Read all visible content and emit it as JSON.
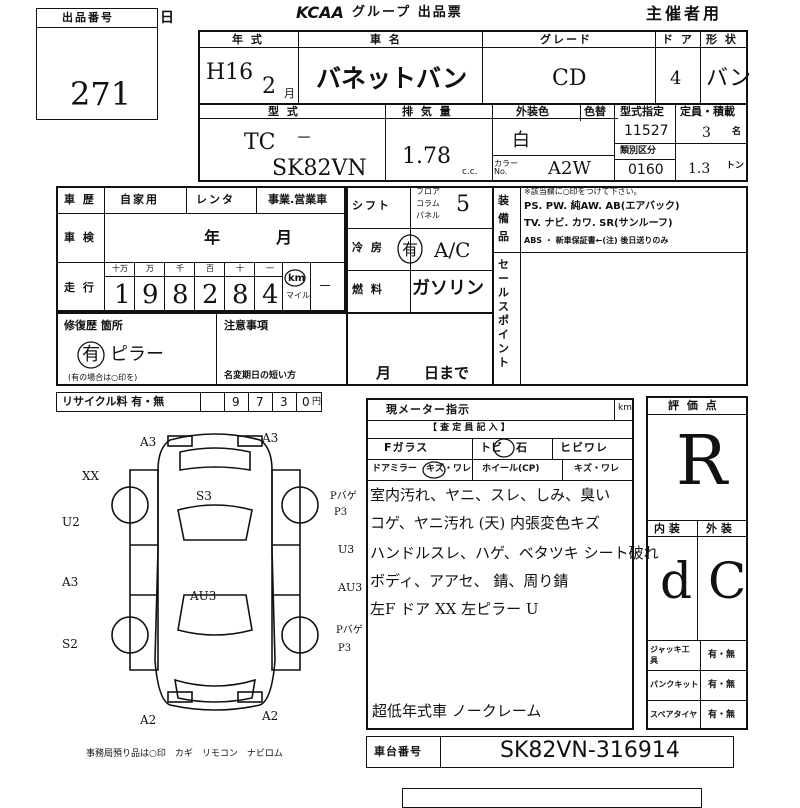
{
  "header": {
    "lot_label": "出品番号",
    "lot_suffix": "日",
    "lot_number": "271",
    "logo_text": "KCAA",
    "group_title": "グループ 出品票",
    "organizer": "主催者用"
  },
  "spec": {
    "year_label": "年 式",
    "model_label": "車 名",
    "grade_label": "グレード",
    "doors_label": "ド ア",
    "shape_label": "形 状",
    "era": "H16",
    "month": "2",
    "month_unit": "月",
    "car_name": "バネットバン",
    "grade": "CD",
    "doors": "4",
    "shape": "バン",
    "type_label": "型 式",
    "engine_label": "排 気 量",
    "ext_color_label": "外装色",
    "color_change_label": "色替",
    "type_cert_label": "型式指定",
    "capacity_label": "定員・積載",
    "type_prefix": "TC",
    "type_dash": "－",
    "type_code": "SK82VN",
    "displacement": "1.78",
    "cc_unit": "c.c.",
    "color": "白",
    "color_no_label": "カラー No.",
    "color_code": "A2W",
    "type_cert": "11527",
    "category_label": "類別区分",
    "category": "0160",
    "capacity": "3",
    "capacity_unit": "名",
    "load": "1.3",
    "load_unit": "トン"
  },
  "history": {
    "label": "車 歴",
    "opt1": "自家用",
    "opt2": "レンタ",
    "opt3": "事業.営業車",
    "inspection_label": "車 検",
    "year_word": "年",
    "month_word": "月",
    "mileage_label": "走 行",
    "digit_headers": [
      "十万",
      "万",
      "千",
      "百",
      "十",
      "一"
    ],
    "digits": [
      "1",
      "9",
      "8",
      "2",
      "8",
      "4"
    ],
    "km_label": "km",
    "mile_label": "マイル",
    "mileage_extra": "－"
  },
  "equipment": {
    "shift_label": "シフト",
    "shift_floor": "フロア",
    "shift_column": "コラム",
    "shift_panel": "パネル",
    "shift_speeds": "5",
    "ac_label": "冷 房",
    "ac_have": "有",
    "ac_value": "A/C",
    "fuel_label": "燃 料",
    "fuel": "ガソリン",
    "equip_label": "装備品",
    "equip_note": "※該当欄に○印をつけて下さい。",
    "equip_line1": "PS. PW. 純AW. AB(エアバック)",
    "equip_line2": "TV. ナビ. カワ. SR(サンルーフ)",
    "equip_line3": "ABS ・ 新車保証書←(注) 後日送りのみ",
    "sales_label": "セールスポイント"
  },
  "repair": {
    "label": "修復歴 箇所",
    "have": "有",
    "detail": "ピラー",
    "note": "(有の場合は○印を)",
    "notes_label": "注意事項",
    "short_period": "名変期日の短い方",
    "month_word": "月",
    "day_word": "日まで",
    "recycle_label": "リサイクル料 有・無",
    "recycle_digits": [
      "9",
      "7",
      "3",
      "0"
    ],
    "yen": "円"
  },
  "diagram": {
    "marks": [
      "A3",
      "A3",
      "XX",
      "U2",
      "A3",
      "S2",
      "A2",
      "A2",
      "S3",
      "AU3",
      "AU3",
      "U3",
      "P3",
      "P3",
      "Pバゲ",
      "Pバゲ"
    ],
    "footer": "事務局預り品は○印　カギ　リモコン　ナビロム"
  },
  "inspector": {
    "meter_label": "現メーター指示",
    "km": "km",
    "notes_header": "【 査 定 員 記 入 】",
    "glass_label": "Fガラス",
    "glass_opt1": "トビ",
    "glass_opt2": "石",
    "glass_opt3": "ヒビワレ",
    "mirror_label": "ドアミラー",
    "mirror_opt1": "キズ・ワレ",
    "wheel_label": "ホイール(CP)",
    "wheel_opt1": "キズ・ワレ",
    "line1": "室内汚れ、ヤニ、スレ、しみ、臭い",
    "line2": "コゲ、ヤニ汚れ (天) 内張変色キズ",
    "line3": "ハンドルスレ、ハゲ、ベタツキ シート破れ",
    "line4": "ボディ、アアセ、 錆、周り錆",
    "line5": "左F ドア XX 左ピラー U",
    "line6": "超低年式車 ノークレーム",
    "chassis_label": "車台番号",
    "chassis": "SK82VN-316914"
  },
  "grades": {
    "score_label": "評 価 点",
    "score": "R",
    "interior_label": "内 装",
    "exterior_label": "外 装",
    "interior": "d",
    "exterior": "C",
    "jack_label": "ジャッキ工具",
    "jack_opt": "有・無",
    "puncture_label": "パンクキット",
    "puncture_opt": "有・無",
    "spare_label": "スペアタイヤ",
    "spare_opt": "有・無"
  }
}
